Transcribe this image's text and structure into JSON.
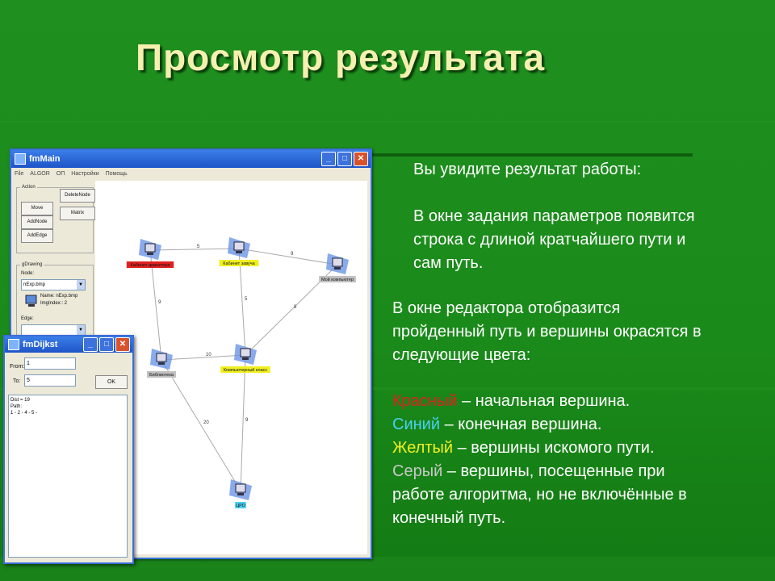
{
  "slide_title": "Просмотр результата",
  "right_text": {
    "p1": "Вы увидите результат работы:",
    "p2": [
      "В окне задания параметров появится",
      "строка с длиной кратчайшего пути и",
      "сам путь."
    ],
    "p3": [
      "В окне редактора отобразится",
      "пройденный путь и вершины окрасятся в",
      "следующие цвета:"
    ],
    "legend": {
      "red_word": "Красный",
      "red_desc": " – начальная вершина.",
      "blue_word": "Синий",
      "blue_desc": " – конечная вершина.",
      "yellow_word": "Желтый",
      "yellow_desc": " – вершины искомого пути.",
      "gray_word": "Серый",
      "gray_desc": [
        " – вершины, посещенные при",
        "работе алгоритма, но не включённые в",
        "конечный путь."
      ]
    }
  },
  "main_window": {
    "title": "fmMain",
    "menu": [
      "File",
      "ALGOR",
      "ОП",
      "Настройки",
      "Помощь"
    ],
    "action_group": "Action",
    "buttons": {
      "move": "Move",
      "add_node": "AddNode",
      "add_edge": "AddEdge",
      "delete_node": "DeleteNode",
      "matrix": "Matrix"
    },
    "drawing_group": "gDrawing",
    "node_label": "Node:",
    "node_value": "nExp.bmp",
    "name_text": "Name: nExp.bmp",
    "img_index_text": "ImgIndex:: 2",
    "edge_label": "Edge:"
  },
  "graph": {
    "nodes": [
      {
        "id": "1",
        "label": "Кабинет директора",
        "status": "start",
        "color": "#e02020"
      },
      {
        "id": "2",
        "label": "Кабинет завуча",
        "status": "path",
        "color": "#f0f020"
      },
      {
        "id": "3",
        "label": "Мой компьютер",
        "status": "visited",
        "color": "#c0c0c0"
      },
      {
        "id": "4",
        "label": "Библиотека",
        "status": "visited",
        "color": "#c0c0c0"
      },
      {
        "id": "5",
        "label": "Компьютерный класс",
        "status": "path",
        "color": "#f0f020"
      },
      {
        "id": "6",
        "label": "ЦРО",
        "status": "end",
        "color": "#4ad0f0"
      }
    ],
    "edges": [
      {
        "from": "1",
        "to": "2",
        "weight": "5"
      },
      {
        "from": "2",
        "to": "3",
        "weight": "9"
      },
      {
        "from": "1",
        "to": "4",
        "weight": "9"
      },
      {
        "from": "2",
        "to": "5",
        "weight": "5"
      },
      {
        "from": "3",
        "to": "5",
        "weight": "8"
      },
      {
        "from": "4",
        "to": "5",
        "weight": "10"
      },
      {
        "from": "4",
        "to": "6",
        "weight": "20"
      },
      {
        "from": "5",
        "to": "6",
        "weight": "9"
      }
    ]
  },
  "dialog": {
    "title": "fmDijkst",
    "from_label": "From:",
    "from_value": "1",
    "to_label": "To:",
    "to_value": "5",
    "ok_label": "OK",
    "result_lines": [
      "Dist = 19",
      "Path:",
      "1 - 2 - 4 - 5 -"
    ]
  }
}
